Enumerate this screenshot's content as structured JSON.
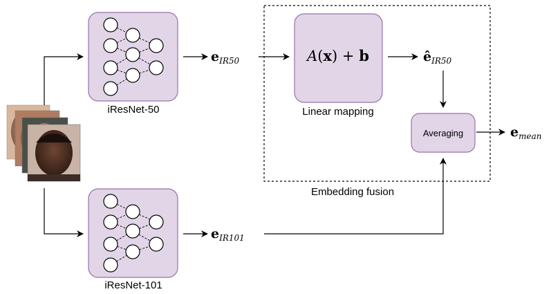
{
  "networks": {
    "top": {
      "label": "iResNet-50"
    },
    "bottom": {
      "label": "iResNet-101"
    }
  },
  "embeddings": {
    "ir50": {
      "base": "e",
      "sub": "IR50"
    },
    "ir50_hat": {
      "base": "ê",
      "sub": "IR50"
    },
    "ir101": {
      "base": "e",
      "sub": "IR101"
    },
    "mean": {
      "base": "e",
      "sub": "mean"
    }
  },
  "linear_mapping": {
    "formula": {
      "A": "A",
      "open": "(",
      "x": "x",
      "close": ")",
      "plus": " + ",
      "b": "b"
    },
    "label": "Linear mapping"
  },
  "averaging": {
    "label": "Averaging"
  },
  "fusion": {
    "label": "Embedding fusion"
  },
  "colors": {
    "node_fill": "#e1d5e7",
    "node_stroke": "#9673a6",
    "line": "#000000"
  },
  "icons": {
    "input_faces": "stacked-face-photos-icon"
  }
}
